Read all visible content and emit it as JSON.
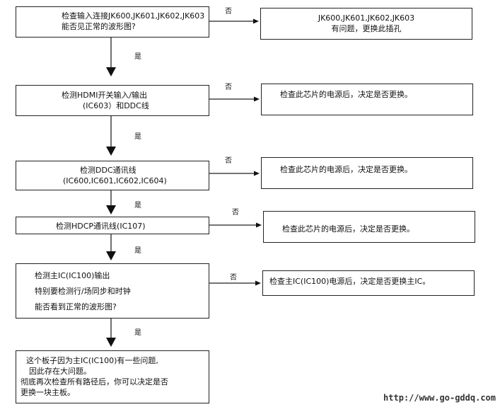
{
  "decisions": [
    {
      "lines": [
        "检查输入连接JK600,JK601,JK602,JK603",
        "能否见正常的波形图?"
      ]
    },
    {
      "lines": [
        "检测HDMI开关输入/输出",
        "(IC603）和DDC线"
      ]
    },
    {
      "lines": [
        "检测DDC通讯线",
        "(IC600,IC601,IC602,IC604)"
      ]
    },
    {
      "lines": [
        "检测HDCP通讯线(IC107)"
      ]
    },
    {
      "lines": [
        "检测主IC(IC100)输出",
        "特别要检测行/场同步和时钟",
        "能否看到正常的波形图?"
      ]
    }
  ],
  "actions": [
    {
      "lines": [
        "JK600,JK601,JK602,JK603",
        "有问题，更换此插孔"
      ]
    },
    {
      "lines": [
        "检查此芯片的电源后，决定是否更换。"
      ]
    },
    {
      "lines": [
        "检查此芯片的电源后，决定是否更换。"
      ]
    },
    {
      "lines": [
        "检查此芯片的电源后，决定是否更换。"
      ]
    },
    {
      "lines": [
        "检查主IC(IC100)电源后，决定是否更换主IC。"
      ]
    }
  ],
  "final": {
    "lines": [
      "这个板子因为主IC(IC100)有一些问题,",
      "因此存在大问题。",
      "彻底再次检查所有路径后，你可以决定是否",
      "更换一块主板。"
    ]
  },
  "labels": {
    "yes": "是",
    "no": "否"
  },
  "footer": {
    "url": "http://www.go-gddq.com"
  }
}
